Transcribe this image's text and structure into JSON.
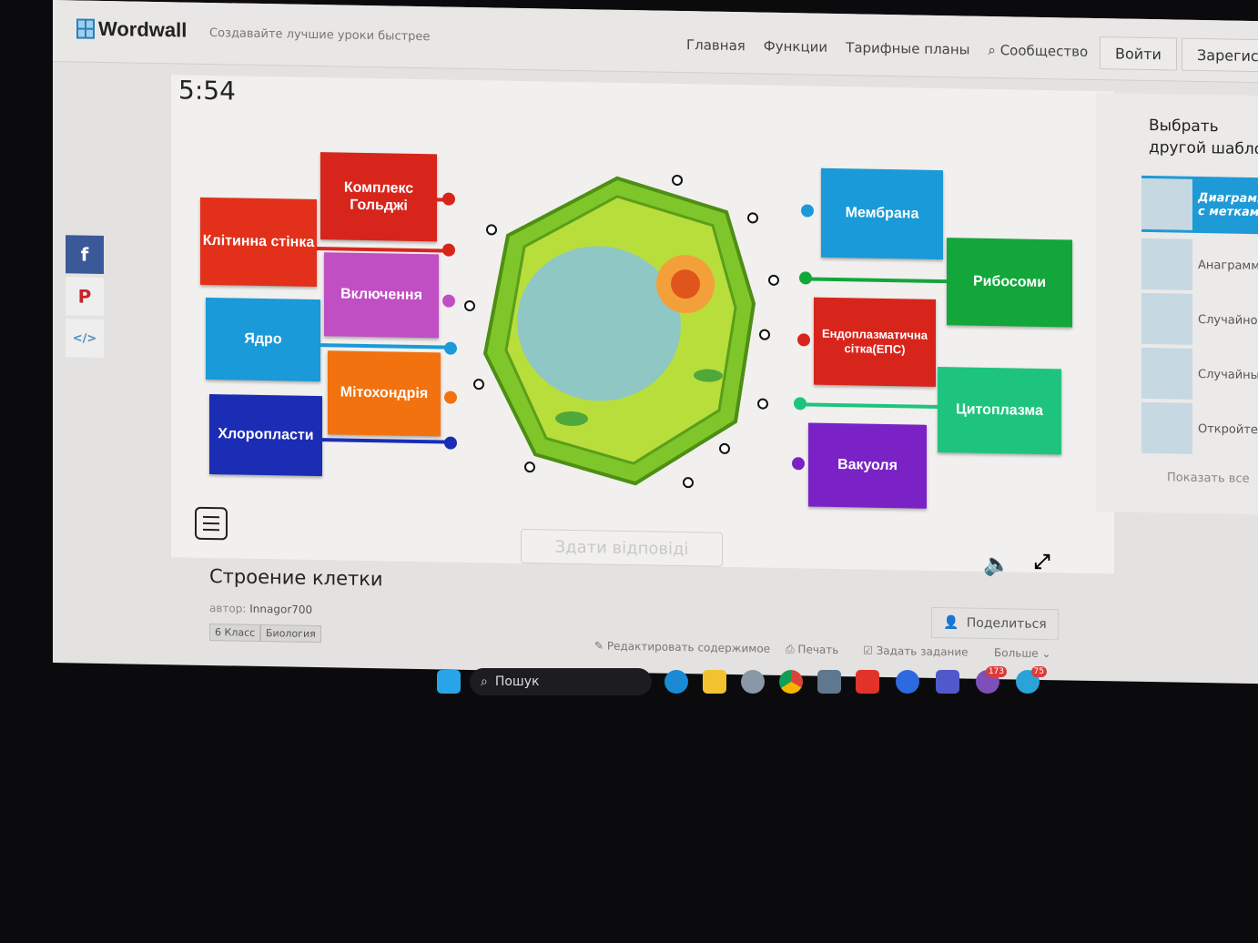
{
  "header": {
    "brand": "Wordwall",
    "tagline": "Создавайте лучшие уроки быстрее",
    "nav": [
      "Главная",
      "Функции",
      "Тарифные планы",
      "Сообщество"
    ],
    "login": "Войти",
    "register": "Зарегистр"
  },
  "social": {
    "facebook": "f",
    "pinterest": "P",
    "embed": "</>"
  },
  "game": {
    "timer": "5:54",
    "submit": "Здати відповіді",
    "labels": {
      "golgi": "Комплекс Гольджі",
      "wall": "Клітинна стінка",
      "inclusions": "Включення",
      "nucleus": "Ядро",
      "mito": "Мітохондрія",
      "chloro": "Хлоропласти",
      "membrane": "Мембрана",
      "ribo": "Рибосоми",
      "er": "Ендоплазматична сітка(ЕПС)",
      "cyto": "Цитоплазма",
      "vacuole": "Вакуоля"
    },
    "colors": {
      "red": "#d8251c",
      "pink": "#c04fc4",
      "blue": "#1a9ad8",
      "orange": "#f2720f",
      "navy": "#1b2db5",
      "green": "#13a63a",
      "teal": "#1ec47e",
      "purple": "#7b22c6"
    }
  },
  "activity": {
    "title": "Строение клетки",
    "author_label": "автор:",
    "author": "Innagor700",
    "tags": [
      "6 Класс",
      "Биология"
    ],
    "edit": "Редактировать содержимое",
    "print": "Печать",
    "assign": "Задать задание",
    "more": "Больше",
    "share": "Поделиться"
  },
  "sidebar": {
    "heading": "Выбрать другой шаблон",
    "templates": [
      "Диаграмма с метками",
      "Анаграмма",
      "Случайное колесо",
      "Случайные карты",
      "Откройте коробку"
    ],
    "show_all": "Показать все"
  },
  "taskbar": {
    "search": "Пошук",
    "viber_badge": "173",
    "telegram_badge": "75"
  }
}
